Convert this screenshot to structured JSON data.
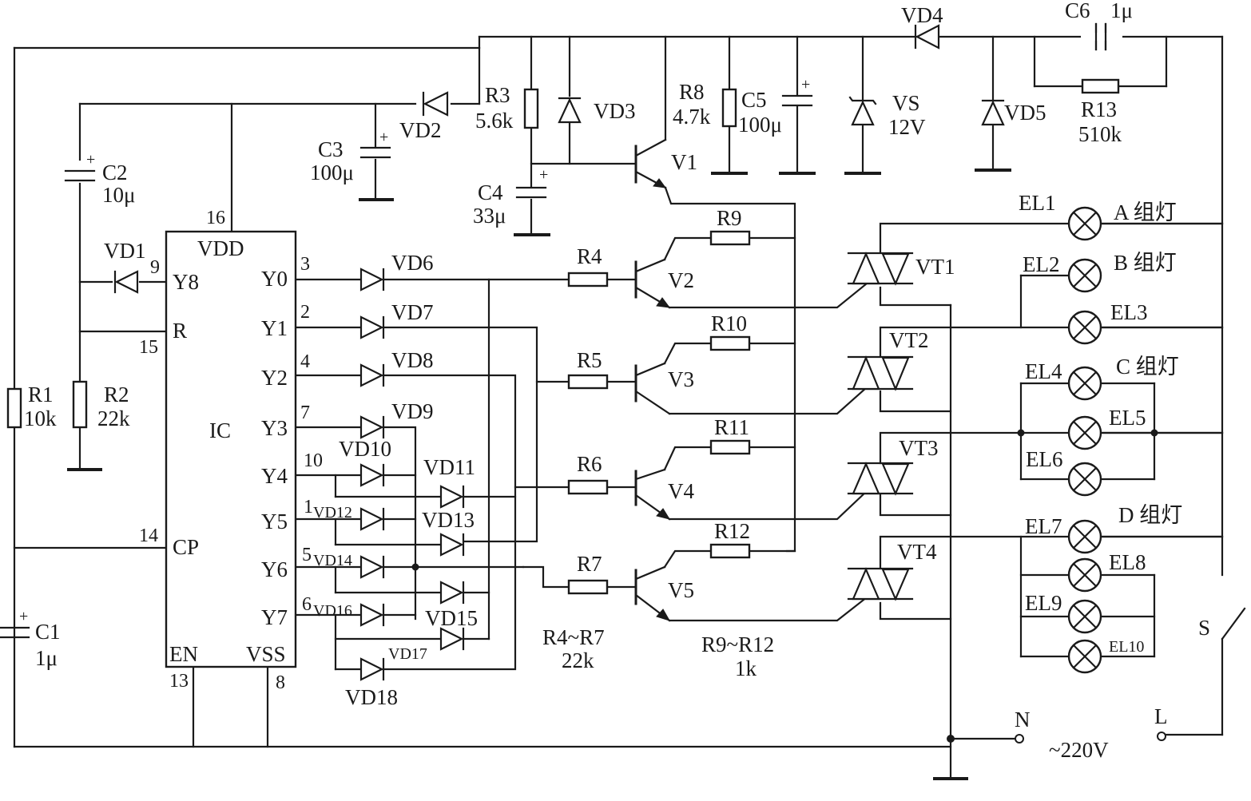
{
  "ic": {
    "name": "IC",
    "vdd": "VDD",
    "vss": "VSS",
    "en": "EN",
    "cp": "CP",
    "r": "R",
    "y0": "Y0",
    "y1": "Y1",
    "y2": "Y2",
    "y3": "Y3",
    "y4": "Y4",
    "y5": "Y5",
    "y6": "Y6",
    "y7": "Y7",
    "y8": "Y8",
    "pin16": "16",
    "pin13": "13",
    "pin8": "8",
    "pin14": "14",
    "pin15": "15",
    "pin9": "9",
    "pin3": "3",
    "pin2": "2",
    "pin4": "4",
    "pin7": "7",
    "pin10": "10",
    "pin1": "1",
    "pin5": "5",
    "pin6": "6"
  },
  "components": {
    "r1": "R1",
    "r1v": "10k",
    "r2": "R2",
    "r2v": "22k",
    "r3": "R3",
    "r3v": "5.6k",
    "r8": "R8",
    "r8v": "4.7k",
    "r13": "R13",
    "r13v": "510k",
    "r4": "R4",
    "r5": "R5",
    "r6": "R6",
    "r7": "R7",
    "r4r7": "R4~R7",
    "r4r7v": "22k",
    "r9": "R9",
    "r10": "R10",
    "r11": "R11",
    "r12": "R12",
    "r9r12": "R9~R12",
    "r9r12v": "1k",
    "c1": "C1",
    "c1v": "1μ",
    "c2": "C2",
    "c2v": "10μ",
    "c3": "C3",
    "c3v": "100μ",
    "c4": "C4",
    "c4v": "33μ",
    "c5": "C5",
    "c5v": "100μ",
    "c6": "C6",
    "c6v": "1μ",
    "vd1": "VD1",
    "vd2": "VD2",
    "vd3": "VD3",
    "vd4": "VD4",
    "vd5": "VD5",
    "vd6": "VD6",
    "vd7": "VD7",
    "vd8": "VD8",
    "vd9": "VD9",
    "vd10": "VD10",
    "vd11": "VD11",
    "vd12": "VD12",
    "vd13": "VD13",
    "vd14": "VD14",
    "vd15": "VD15",
    "vd16": "VD16",
    "vd17": "VD17",
    "vd18": "VD18",
    "vs": "VS",
    "vsv": "12V",
    "v1": "V1",
    "v2": "V2",
    "v3": "V3",
    "v4": "V4",
    "v5": "V5",
    "vt1": "VT1",
    "vt2": "VT2",
    "vt3": "VT3",
    "vt4": "VT4",
    "s": "S"
  },
  "lamps": {
    "el1": "EL1",
    "el2": "EL2",
    "el3": "EL3",
    "el4": "EL4",
    "el5": "EL5",
    "el6": "EL6",
    "el7": "EL7",
    "el8": "EL8",
    "el9": "EL9",
    "el10": "EL10",
    "groupA": "A 组灯",
    "groupB": "B 组灯",
    "groupC": "C 组灯",
    "groupD": "D 组灯"
  },
  "mains": {
    "n": "N",
    "l": "L",
    "voltage": "~220V"
  }
}
